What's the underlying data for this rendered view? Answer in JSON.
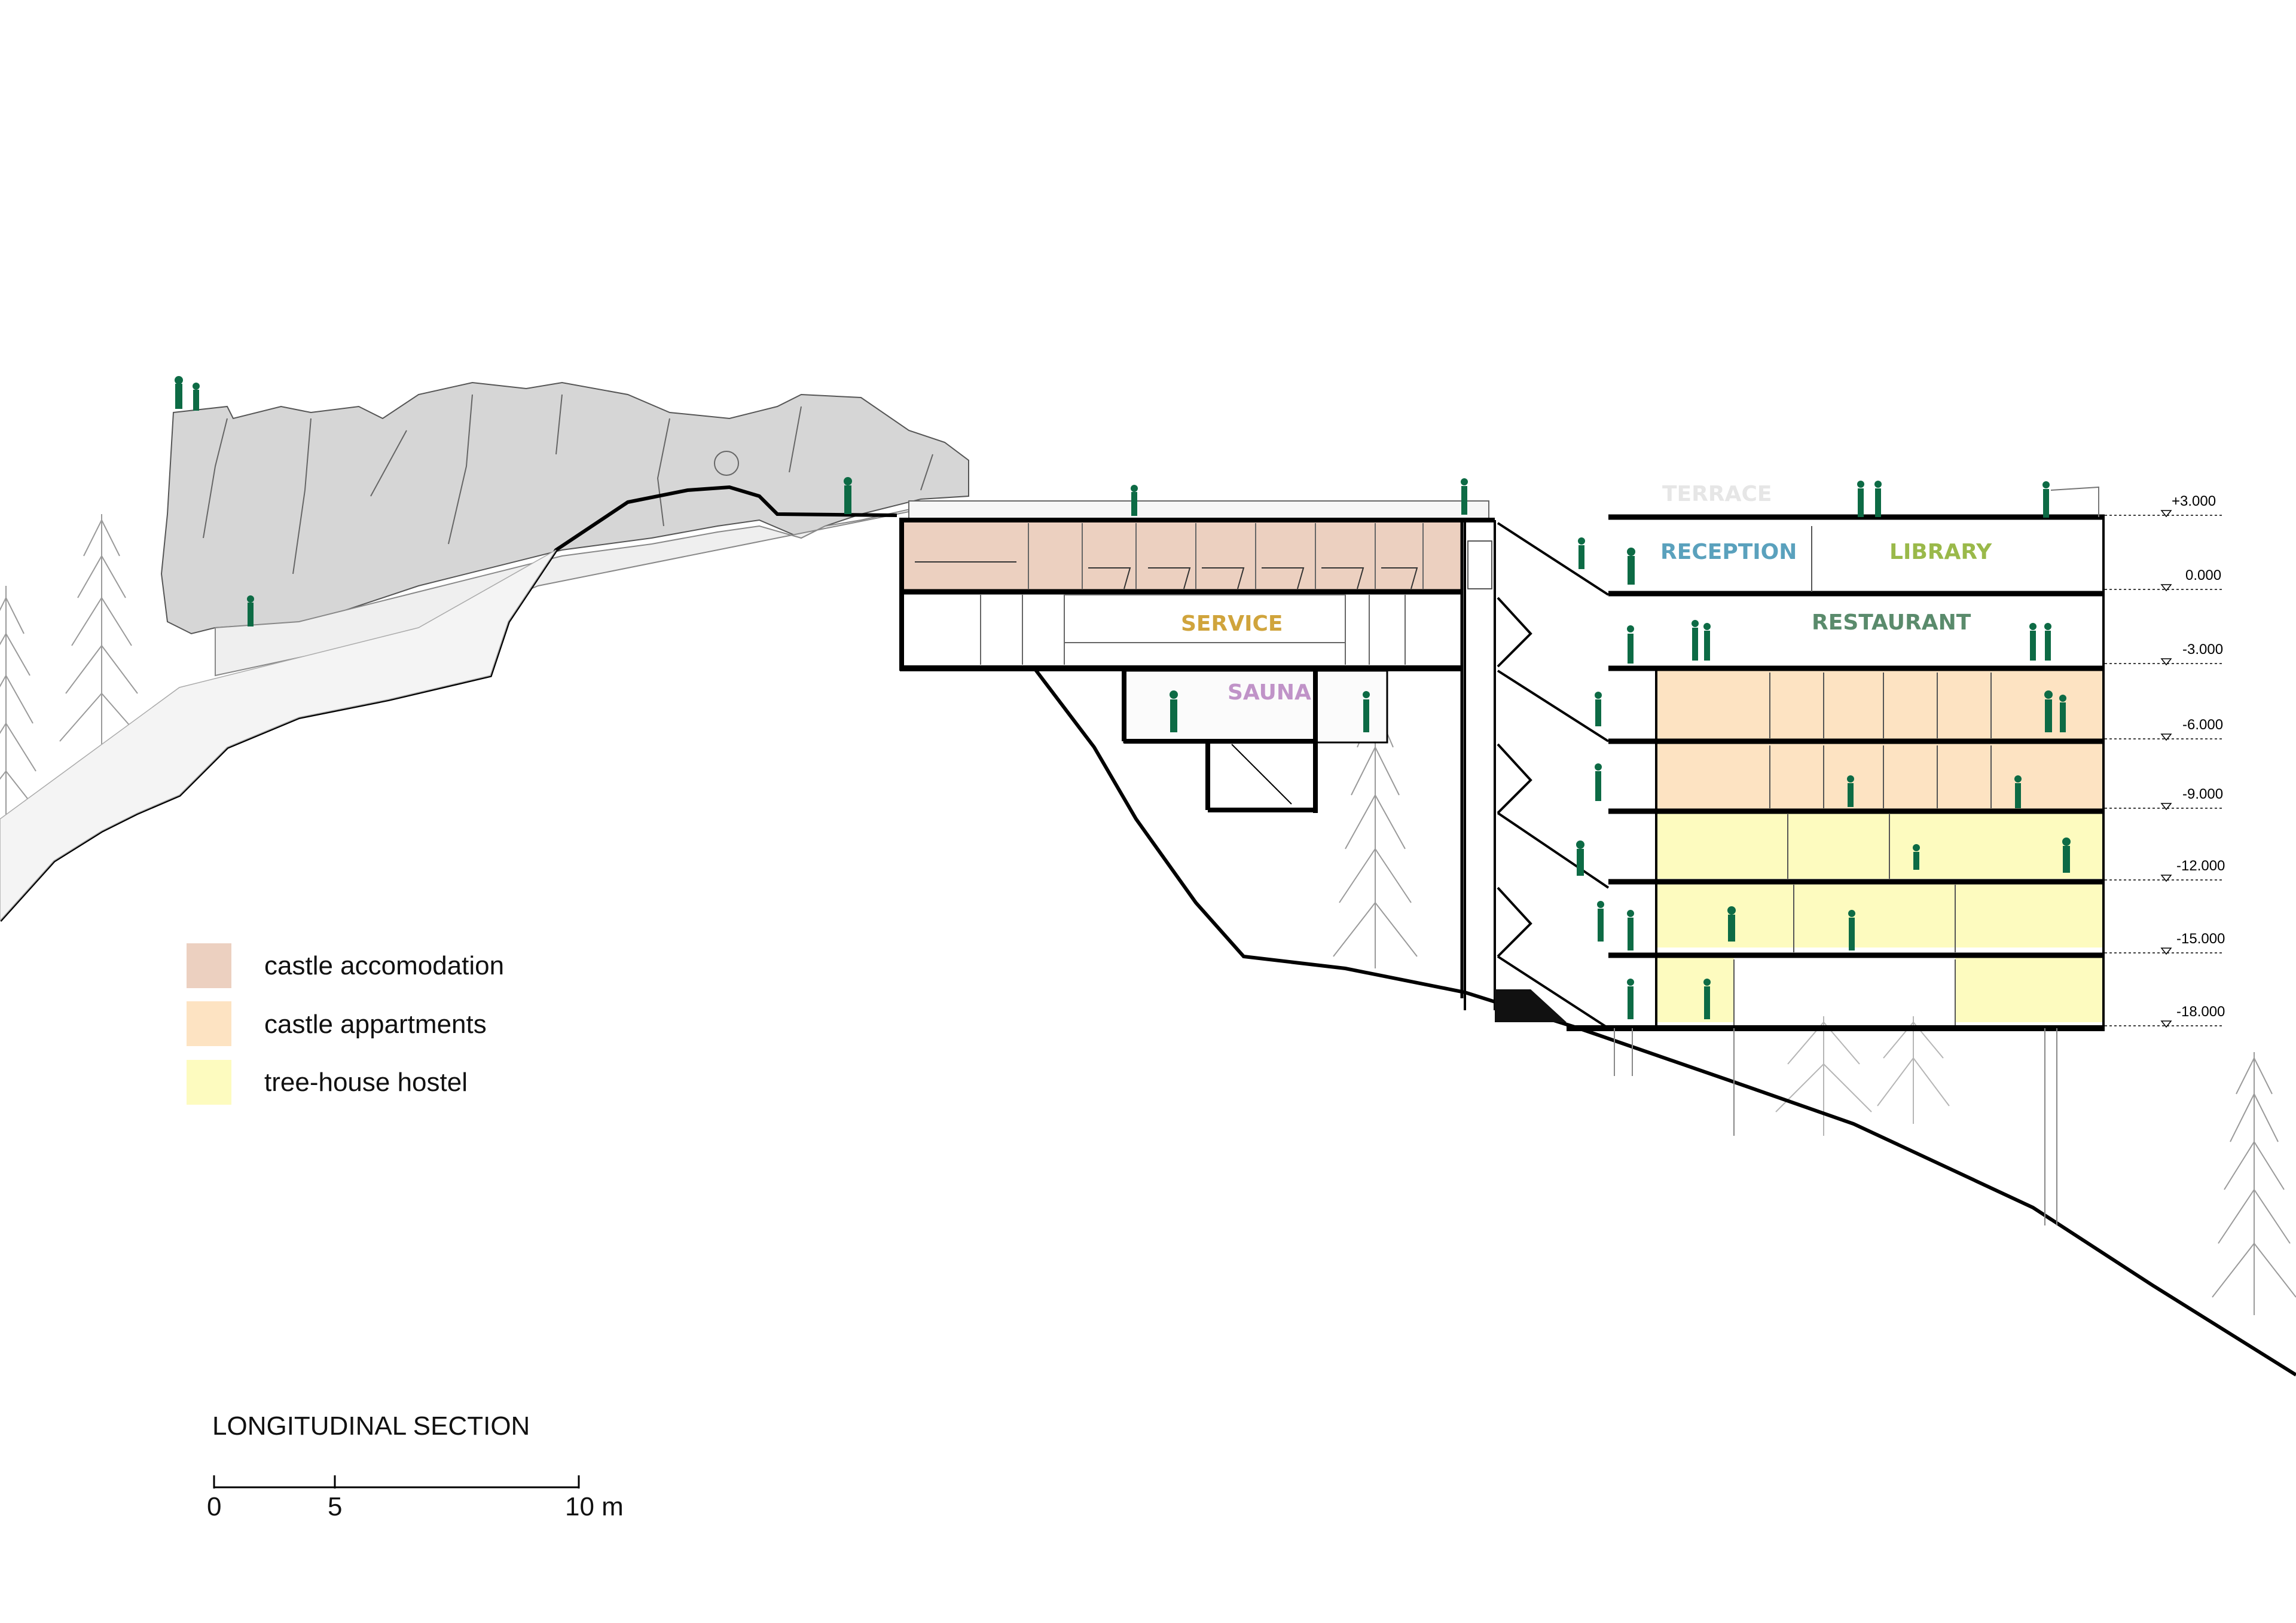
{
  "title": "LONGITUDINAL SECTION",
  "scale_bar": {
    "labels": [
      "0",
      "5",
      "10 m"
    ]
  },
  "legend": [
    {
      "label": "castle accomodation",
      "color": "#ecd0c0"
    },
    {
      "label": "castle appartments",
      "color": "#fde3c2"
    },
    {
      "label": "tree-house hostel",
      "color": "#fdfbbf"
    }
  ],
  "rooms": {
    "terrace": {
      "label": "TERRACE",
      "color": "#e6e6e6"
    },
    "reception": {
      "label": "RECEPTION",
      "color": "#5aa1bd"
    },
    "library": {
      "label": "LIBRARY",
      "color": "#9ab94a"
    },
    "service": {
      "label": "SERVICE",
      "color": "#d0a43c"
    },
    "restaurant": {
      "label": "RESTAURANT",
      "color": "#5a8b6c"
    },
    "sauna": {
      "label": "SAUNA",
      "color": "#c093c8"
    }
  },
  "levels": [
    "+3.000",
    "0.000",
    "-3.000",
    "-6.000",
    "-9.000",
    "-12.000",
    "-15.000",
    "-18.000"
  ],
  "colors": {
    "figure": "#0d6b45",
    "rock": "#d6d6d6",
    "outline": "#000000"
  }
}
